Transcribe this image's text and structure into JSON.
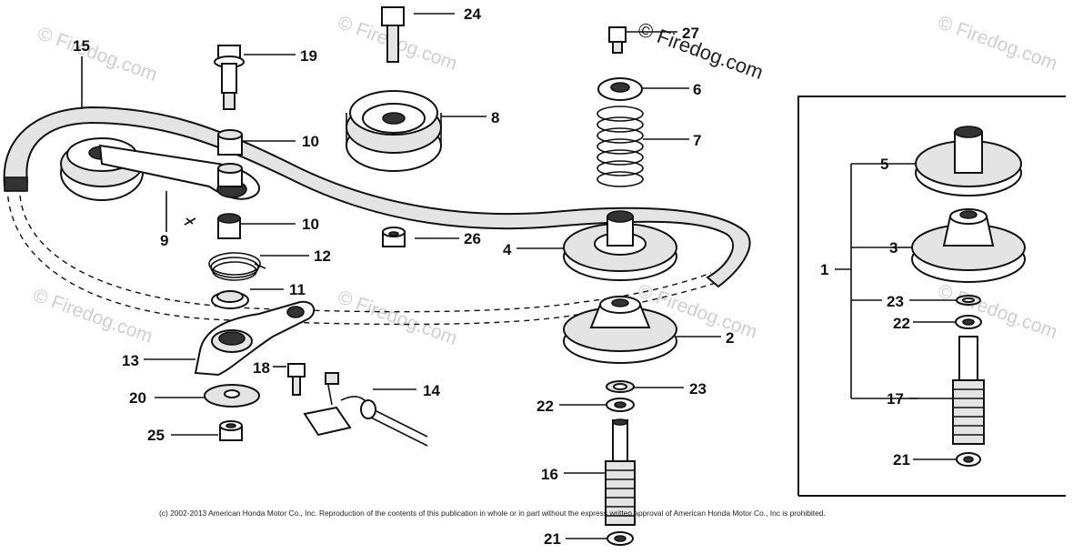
{
  "watermark": {
    "text": "© Firedog.com",
    "main": "© Firedog.com"
  },
  "copyright": "(c) 2002-2013 American Honda Motor Co., Inc. Reproduction of the contents of this publication in whole or in part without the express written approval of American Honda Motor Co., Inc is prohibited.",
  "callouts": {
    "c1": "1",
    "c2": "2",
    "c3": "3",
    "c4": "4",
    "c5": "5",
    "c6": "6",
    "c7": "7",
    "c8": "8",
    "c9": "9",
    "c10a": "10",
    "c10b": "10",
    "c11": "11",
    "c12": "12",
    "c13": "13",
    "c14": "14",
    "c15": "15",
    "c16": "16",
    "c17": "17",
    "c18": "18",
    "c19": "19",
    "c20": "20",
    "c21a": "21",
    "c21b": "21",
    "c22a": "22",
    "c22b": "22",
    "c23a": "23",
    "c23b": "23",
    "c24": "24",
    "c25": "25",
    "c26": "26",
    "c27": "27"
  }
}
